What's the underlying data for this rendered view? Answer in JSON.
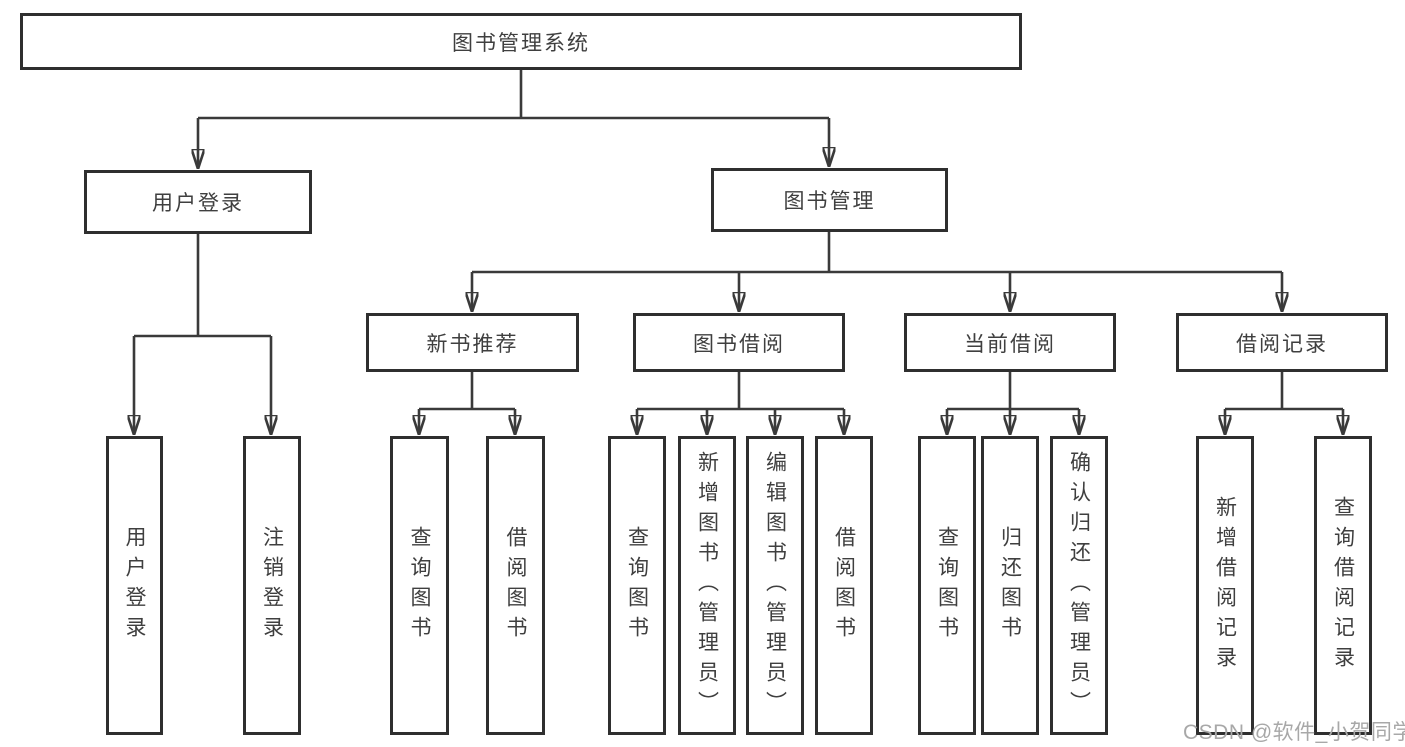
{
  "diagram": {
    "root": {
      "label": "图书管理系统"
    },
    "branches": [
      {
        "label": "用户登录",
        "children": [
          {
            "label": "用户登录"
          },
          {
            "label": "注销登录"
          }
        ]
      },
      {
        "label": "图书管理",
        "sections": [
          {
            "label": "新书推荐",
            "children": [
              {
                "label": "查询图书"
              },
              {
                "label": "借阅图书"
              }
            ]
          },
          {
            "label": "图书借阅",
            "children": [
              {
                "label": "查询图书"
              },
              {
                "label": "新增图书（管理员）"
              },
              {
                "label": "编辑图书（管理员）"
              },
              {
                "label": "借阅图书"
              }
            ]
          },
          {
            "label": "当前借阅",
            "children": [
              {
                "label": "查询图书"
              },
              {
                "label": "归还图书"
              },
              {
                "label": "确认归还（管理员）"
              }
            ]
          },
          {
            "label": "借阅记录",
            "children": [
              {
                "label": "新增借阅记录"
              },
              {
                "label": "查询借阅记录"
              }
            ]
          }
        ]
      }
    ]
  },
  "watermark": {
    "text": "CSDN @软件_小贺同学"
  },
  "colors": {
    "line": "#3a3a3a",
    "box_border": "#2f2f2f",
    "text": "#3f3f3f",
    "background": "#ffffff",
    "watermark": "#a8a8a8"
  }
}
